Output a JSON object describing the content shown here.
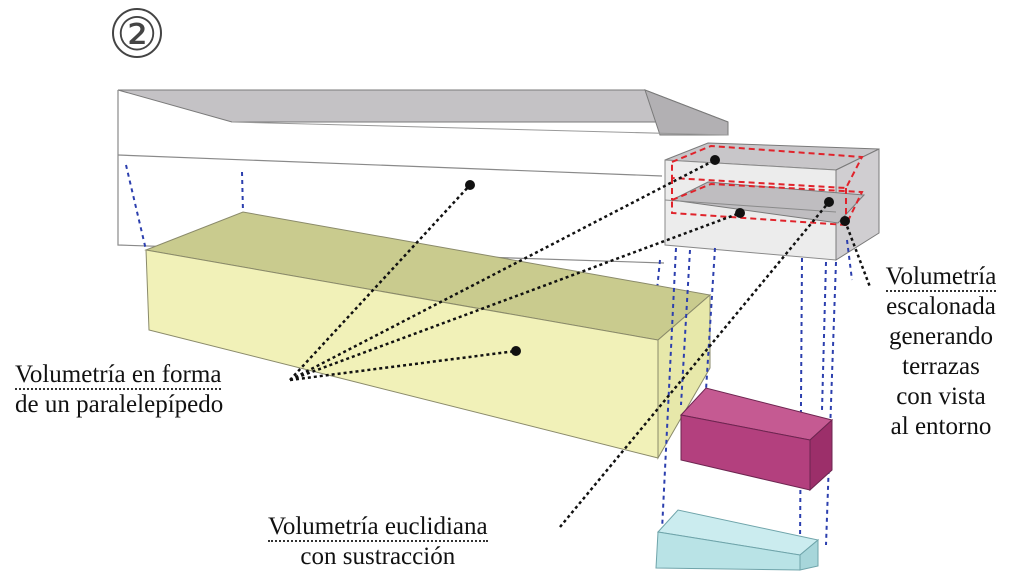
{
  "step_marker": "②",
  "labels": {
    "prism": {
      "line1": "Volumetría en forma",
      "line2": "de un paralelepípedo"
    },
    "stepped": {
      "line1": "Volumetría",
      "line2": "escalonada",
      "line3": "generando",
      "line4": "terrazas",
      "line5": "con vista",
      "line6": "al entorno"
    },
    "euclidean": {
      "line1": "Volumetría euclidiana",
      "line2": "con sustracción"
    }
  },
  "colors": {
    "top_face": "#c4c2c5",
    "edge": "#7a7a7a",
    "projection_line": "#2c3fae",
    "yellow_volume": "#f1f1b8",
    "yellow_volume_top": "#c9cb8e",
    "magenta_volume": "#b3407e",
    "cyan_volume": "#b9e3e6",
    "subtraction_outline": "#e0232b",
    "leader_line": "#111111"
  }
}
